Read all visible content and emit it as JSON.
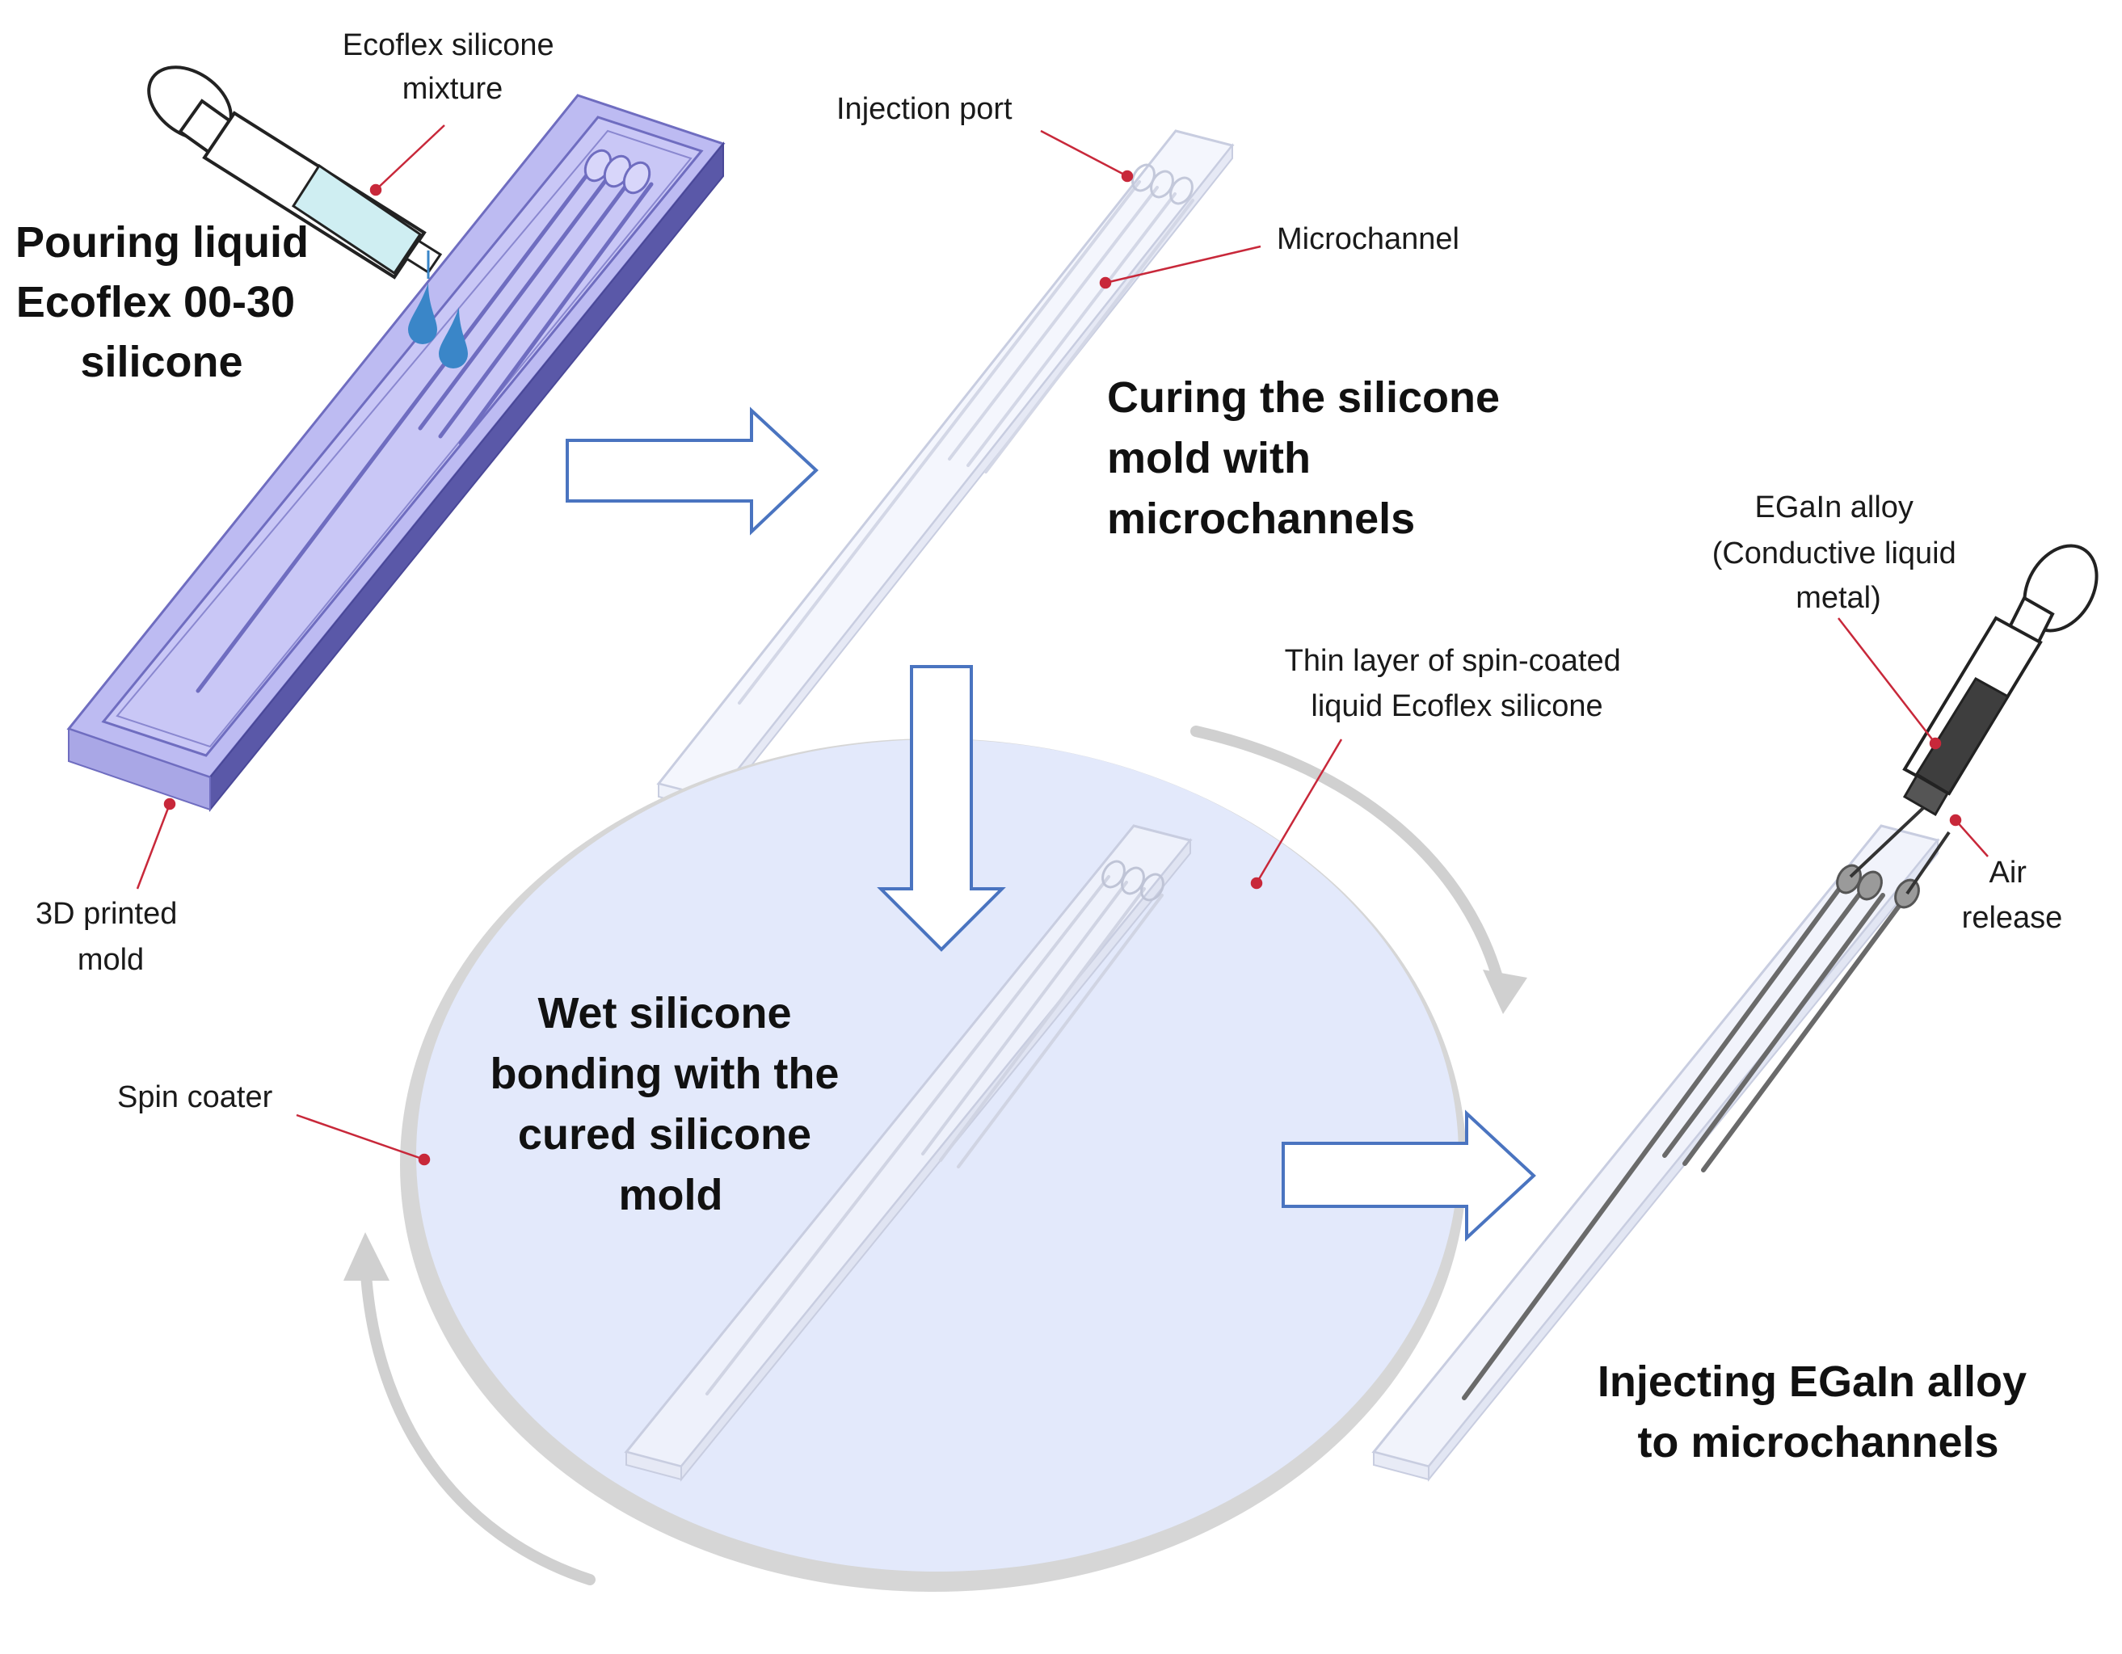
{
  "steps": {
    "pour": [
      "Pouring liquid",
      "Ecoflex 00-30",
      "silicone"
    ],
    "cure": [
      "Curing the silicone",
      "mold with",
      "microchannels"
    ],
    "bond": [
      "Wet silicone",
      "bonding with the",
      "cured silicone",
      "mold"
    ],
    "inject": [
      "Injecting EGaIn alloy",
      "to microchannels"
    ]
  },
  "callouts": {
    "ecoflex_mixture": [
      "Ecoflex silicone",
      "mixture"
    ],
    "injection_port": "Injection port",
    "microchannel": "Microchannel",
    "mold_3d": [
      "3D printed",
      "mold"
    ],
    "egain": [
      "EGaIn alloy",
      "(Conductive liquid",
      "metal)"
    ],
    "thin_layer": [
      "Thin layer of spin-coated",
      "liquid Ecoflex silicone"
    ],
    "air_release": [
      "Air",
      "release"
    ],
    "spin_coater": "Spin coater"
  },
  "colors": {
    "mold": "#b9b7f0",
    "mold_dark": "#7a78c8",
    "disc": "#e3e9fb",
    "disc_rim": "#cfcfcf",
    "arrow_stroke": "#4a74c0",
    "leader": "#c8283a",
    "drop": "#3a86c8",
    "egain": "#3a3a3a"
  }
}
